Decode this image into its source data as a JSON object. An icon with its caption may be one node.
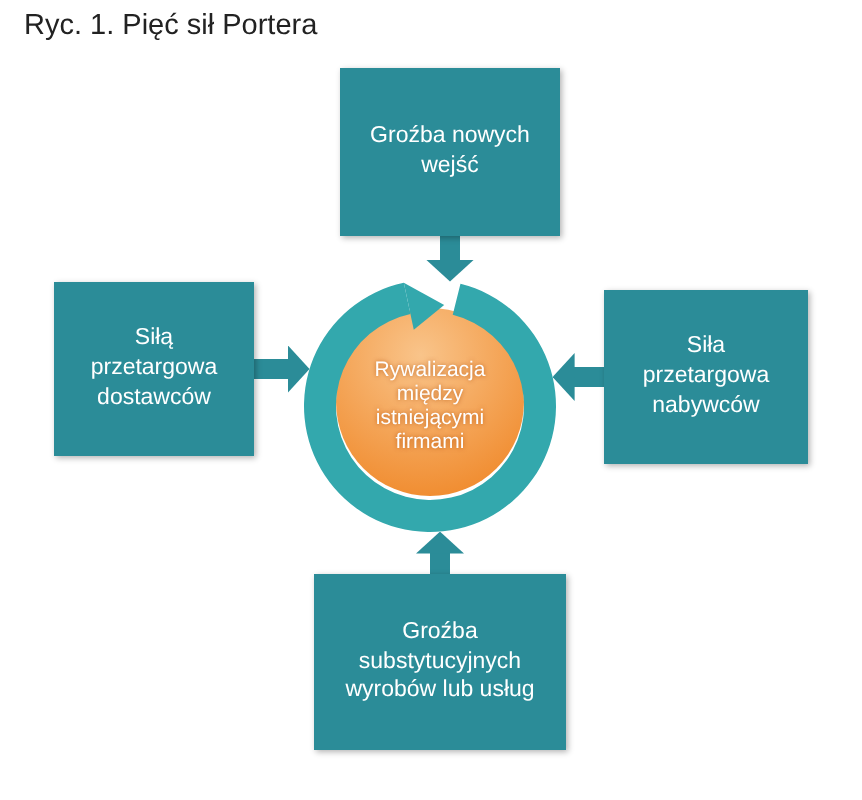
{
  "diagram": {
    "title": "Ryc. 1. Pięć sił Portera",
    "nodes": [
      {
        "text": [
          "Groźba nowych wejść"
        ]
      },
      {
        "text": [
          "Siłą przetargowa dostawców"
        ]
      },
      {
        "text": [
          "Rywalizacja między istniejącymi firmami"
        ]
      },
      {
        "text": [
          "Siła przetargowa nabywców"
        ]
      },
      {
        "text": [
          "Groźba substytucyjnych wyrobów lub usług"
        ]
      }
    ],
    "edges": [
      {
        "from": 0,
        "to": 2,
        "arrow": "to"
      },
      {
        "from": 1,
        "to": 2,
        "arrow": "to"
      },
      {
        "from": 3,
        "to": 2,
        "arrow": "to"
      },
      {
        "from": 4,
        "to": 2,
        "arrow": "to"
      }
    ]
  }
}
